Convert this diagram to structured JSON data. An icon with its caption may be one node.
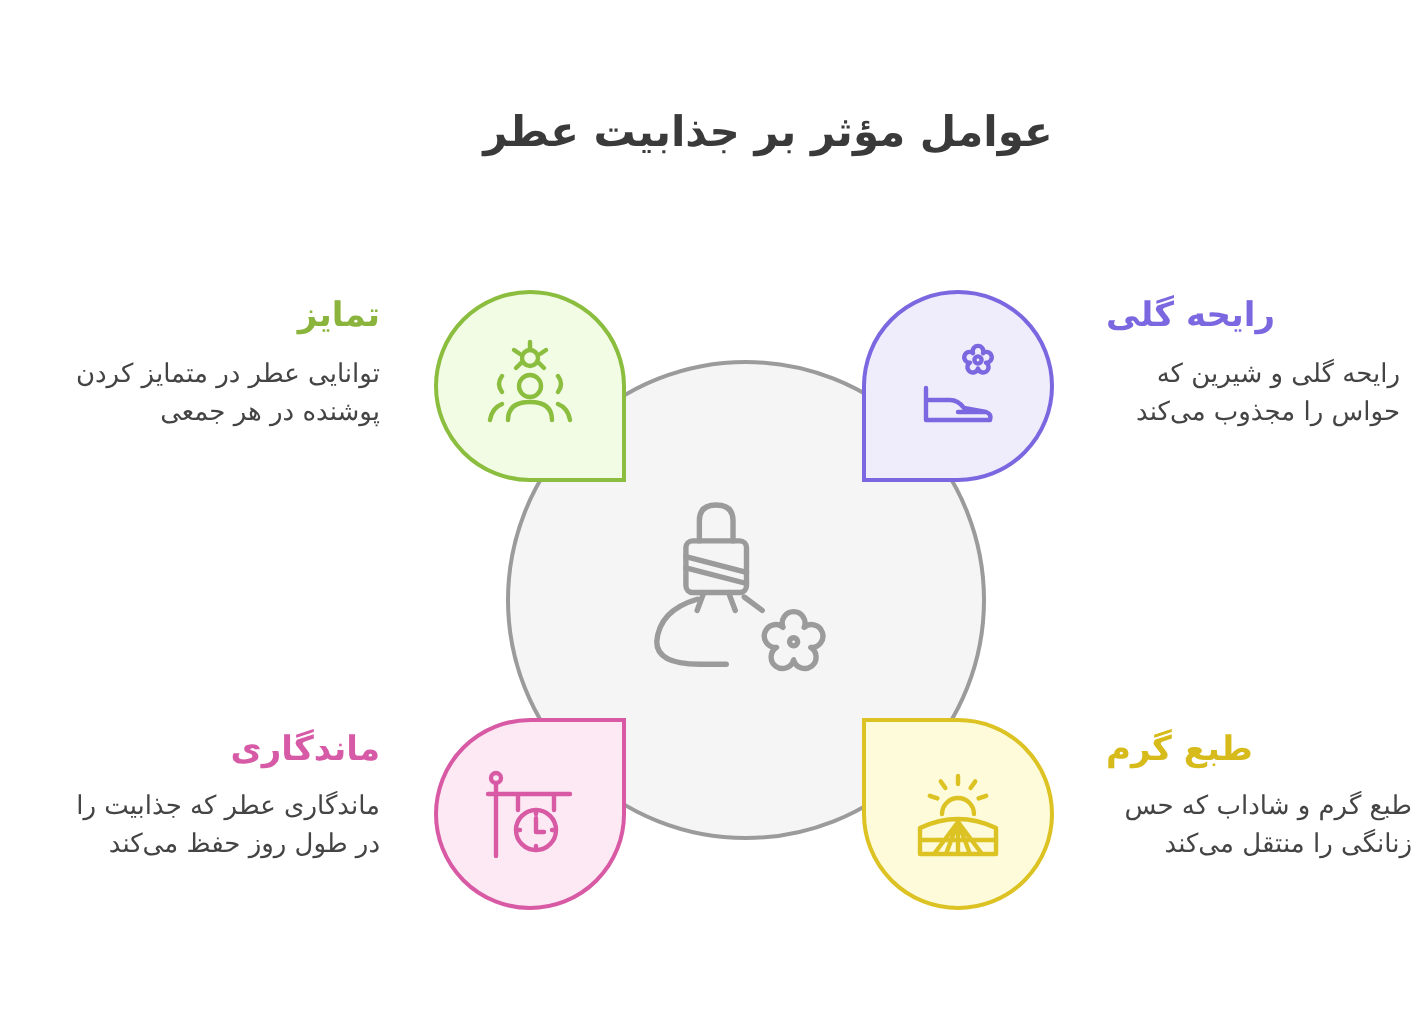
{
  "diagram": {
    "title": "عوامل مؤثر بر جذابیت عطر",
    "nodes": [
      {
        "text": [],
        "shape": "circle"
      },
      {
        "text": [
          "رایحه گلی",
          "رایحه گلی و شیرین که حواس را مجذوب می‌کند"
        ]
      },
      {
        "text": [
          "تمایز",
          "توانایی عطر در متمایز کردن پوشنده در هر جمعی"
        ]
      },
      {
        "text": [
          "طبع گرم",
          "طبع گرم و شاداب که حس زنانگی را منتقل می‌کند"
        ]
      },
      {
        "text": [
          "ماندگاری",
          "ماندگاری عطر که جذابیت را در طول روز حفظ می‌کند"
        ]
      }
    ]
  }
}
